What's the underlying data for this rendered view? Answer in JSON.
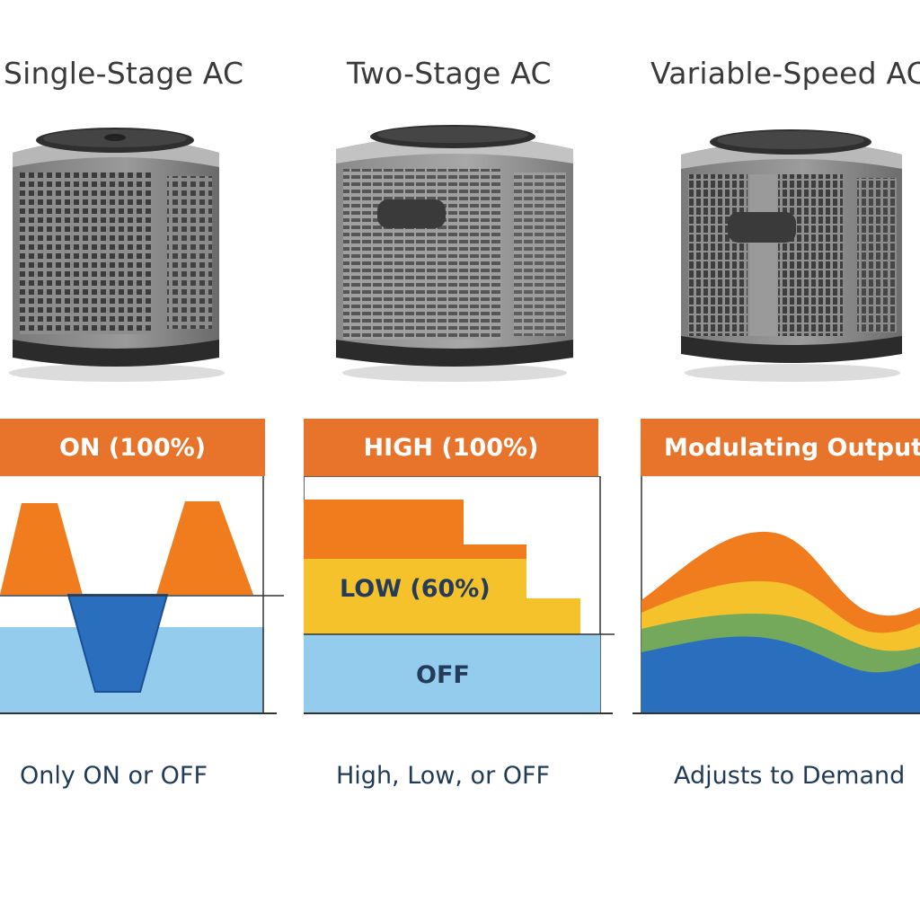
{
  "columns": [
    {
      "title": "Single-Stage AC",
      "header": "ON (100%)",
      "caption": "Only ON or OFF"
    },
    {
      "title": "Two-Stage AC",
      "header": "HIGH (100%)",
      "low_label": "LOW (60%)",
      "off_label": "OFF",
      "caption": "High, Low, or OFF"
    },
    {
      "title": "Variable-Speed AC",
      "header": "Modulating Output",
      "caption": "Adjusts to Demand"
    }
  ],
  "colors": {
    "orange": "#e8742c",
    "orange_fill": "#f07c1e",
    "yellow": "#f6c22c",
    "green": "#74a85a",
    "light_blue": "#93ccec",
    "blue": "#2a6fbd",
    "text_dark": "#243b5a"
  },
  "icons": {
    "unit_1": "ac-condenser-unit-icon",
    "unit_2": "ac-condenser-unit-icon",
    "unit_3": "ac-condenser-unit-icon"
  }
}
